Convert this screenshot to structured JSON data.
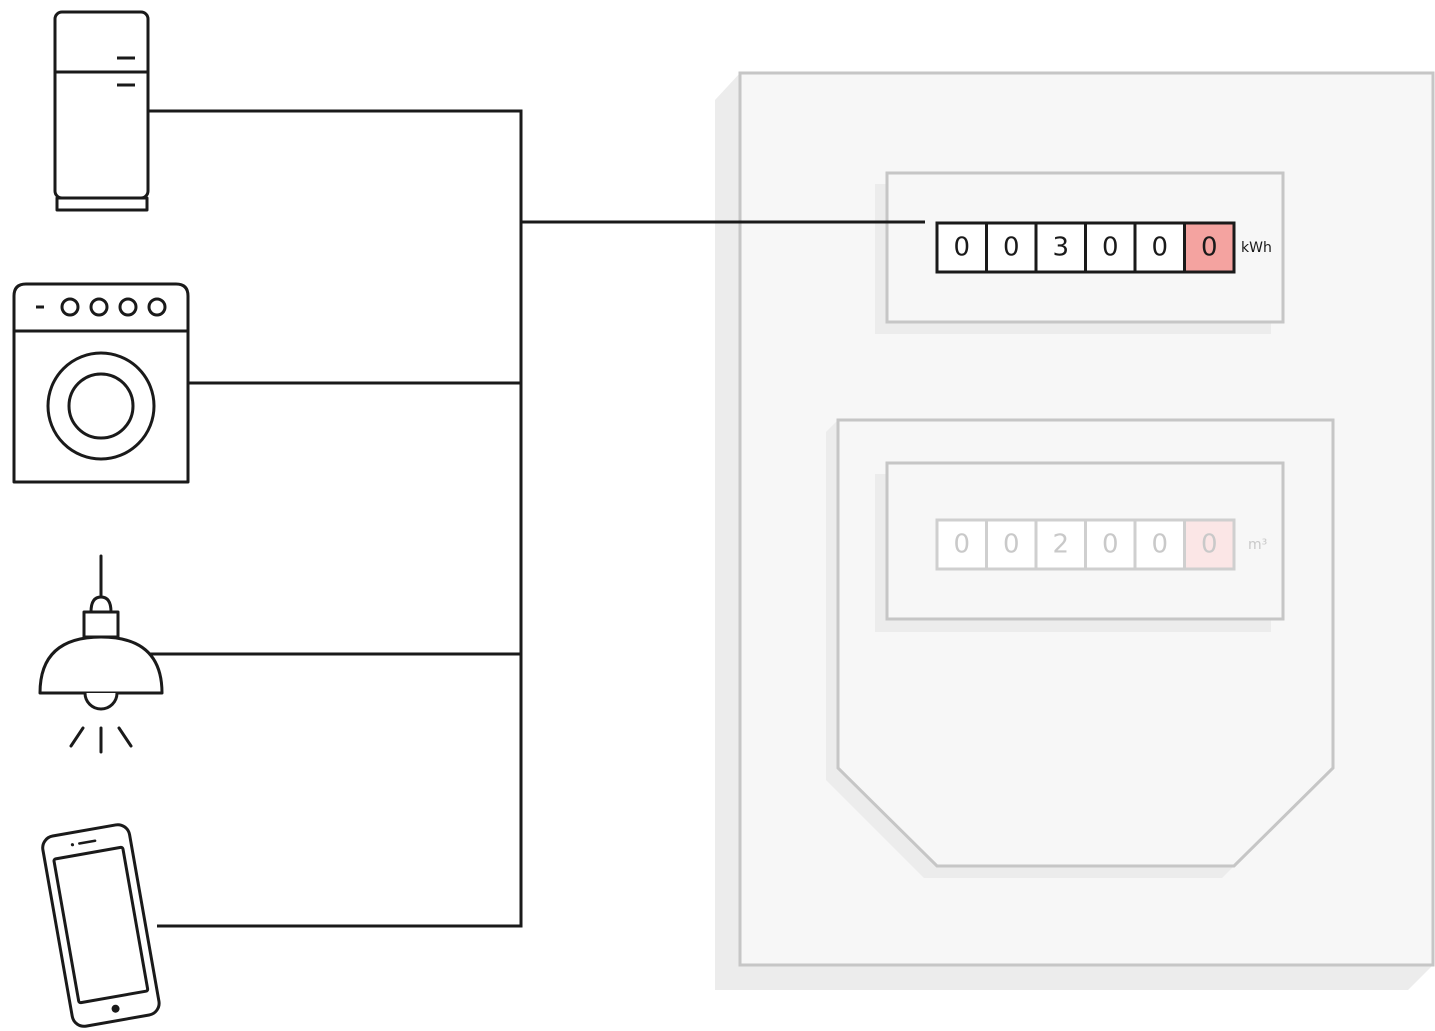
{
  "electricity_meter": {
    "digits": [
      "0",
      "0",
      "3",
      "0",
      "0",
      "0"
    ],
    "unit": "kWh",
    "highlight_color": "#f4a3a0"
  },
  "gas_meter": {
    "digits": [
      "0",
      "0",
      "2",
      "0",
      "0",
      "0"
    ],
    "unit": "m³",
    "highlight_color": "#fbe6e6"
  },
  "appliances": [
    {
      "icon": "refrigerator-icon"
    },
    {
      "icon": "washing-machine-icon"
    },
    {
      "icon": "ceiling-lamp-icon"
    },
    {
      "icon": "smartphone-icon"
    }
  ],
  "colors": {
    "line": "#1a1a1a",
    "cabinet_fill": "#f7f7f7",
    "cabinet_shadow": "#ececec",
    "cabinet_stroke": "#c6c6c6",
    "faded_text": "#c9c9c9"
  }
}
